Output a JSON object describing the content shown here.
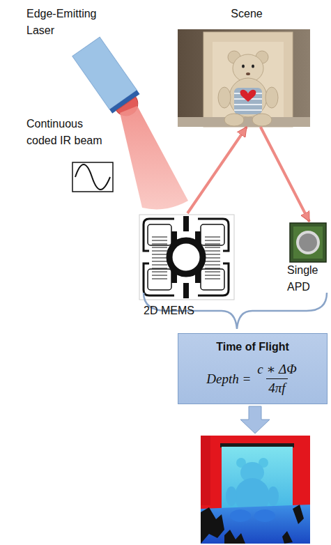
{
  "diagram": {
    "nodes": [
      {
        "text": [
          "Edge-Emitting Laser"
        ]
      },
      {
        "text": [
          "Scene"
        ]
      },
      {
        "text": [
          "2D MEMS"
        ]
      },
      {
        "text": [
          "Single APD"
        ]
      },
      {
        "text": [
          "Time of Flight",
          "Depth =",
          "c ∗ ΔΦ",
          "4πf"
        ]
      }
    ],
    "edges": [
      {
        "from": 2,
        "to": 1,
        "arrow": "to"
      },
      {
        "from": 1,
        "to": 3,
        "arrow": "to"
      }
    ],
    "labels": [
      "Continuous coded IR beam"
    ]
  }
}
